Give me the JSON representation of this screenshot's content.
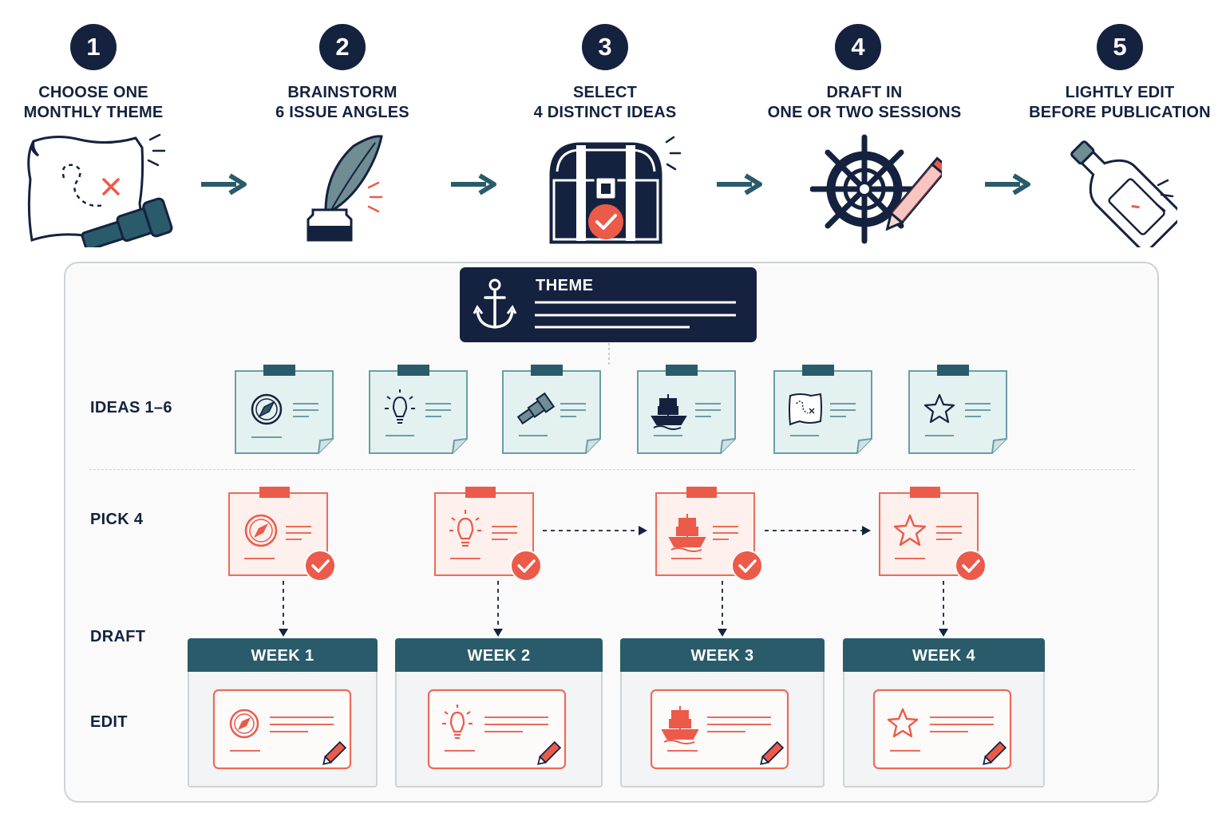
{
  "steps": [
    {
      "number": "1",
      "line1": "CHOOSE ONE",
      "line2": "MONTHLY THEME",
      "icon": "treasure-map-icon"
    },
    {
      "number": "2",
      "line1": "BRAINSTORM",
      "line2": "6 ISSUE ANGLES",
      "icon": "quill-ink-icon"
    },
    {
      "number": "3",
      "line1": "SELECT",
      "line2": "4 DISTINCT IDEAS",
      "icon": "treasure-chest-icon"
    },
    {
      "number": "4",
      "line1": "DRAFT IN",
      "line2": "ONE OR TWO SESSIONS",
      "icon": "ship-wheel-pencil-icon"
    },
    {
      "number": "5",
      "line1": "LIGHTLY EDIT",
      "line2": "BEFORE PUBLICATION",
      "icon": "message-bottle-icon"
    }
  ],
  "theme": {
    "title": "THEME",
    "icon": "anchor-icon"
  },
  "rows": {
    "ideas": "IDEAS 1–6",
    "pick": "PICK 4",
    "draft": "DRAFT",
    "edit": "EDIT"
  },
  "ideas": [
    {
      "icon": "compass-icon"
    },
    {
      "icon": "lightbulb-icon"
    },
    {
      "icon": "spyglass-icon"
    },
    {
      "icon": "ship-icon"
    },
    {
      "icon": "map-icon"
    },
    {
      "icon": "star-icon"
    }
  ],
  "picks": [
    {
      "icon": "compass-icon"
    },
    {
      "icon": "lightbulb-icon"
    },
    {
      "icon": "ship-icon"
    },
    {
      "icon": "star-icon"
    }
  ],
  "weeks": [
    {
      "label": "WEEK 1",
      "icon": "compass-icon"
    },
    {
      "label": "WEEK 2",
      "icon": "lightbulb-icon"
    },
    {
      "label": "WEEK 3",
      "icon": "ship-icon"
    },
    {
      "label": "WEEK 4",
      "icon": "star-icon"
    }
  ],
  "colors": {
    "navy": "#14223f",
    "teal": "#2a5b6a",
    "coral": "#ec5a4a",
    "idea_fill": "#e4f1f1",
    "pick_fill": "#fdf0ed"
  }
}
